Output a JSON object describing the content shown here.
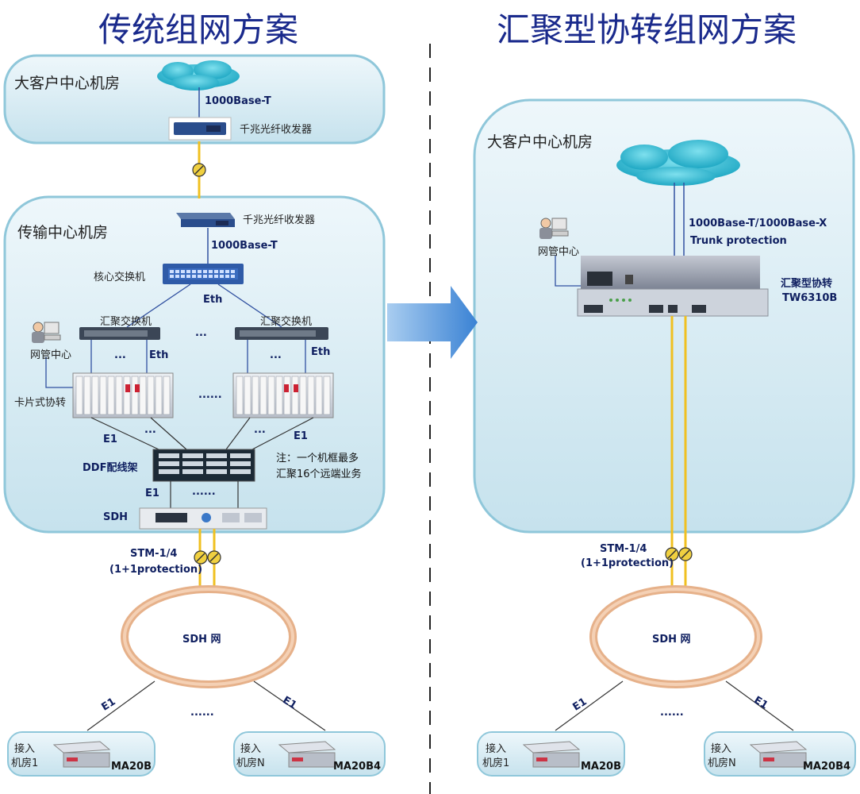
{
  "left": {
    "title": "传统组网方案",
    "top_room": "大客户中心机房",
    "top_link": "1000Base-T",
    "top_device": "千兆光纤收发器",
    "center_room": "传输中心机房",
    "center_device": "千兆光纤收发器",
    "center_link": "1000Base-T",
    "core_switch": "核心交换机",
    "eth_label": "Eth",
    "agg_switch_1": "汇聚交换机",
    "agg_switch_2": "汇聚交换机",
    "nms": "网管中心",
    "card_converter": "卡片式协转",
    "e1_label": "E1",
    "ddf": "DDF配线架",
    "note_line1": "注：一个机框最多",
    "note_line2": "汇聚16个远端业务",
    "sdh": "SDH",
    "stm": "STM-1/4",
    "protection": "(1+1protection)",
    "sdh_net": "SDH 网",
    "dots_short": "...",
    "dots_long": "......",
    "access_1": "接入",
    "access_1b": "机房1",
    "access_n": "接入",
    "access_nb": "机房N",
    "model_1": "MA20B",
    "model_n": "MA20B4"
  },
  "right": {
    "title": "汇聚型协转组网方案",
    "room": "大客户中心机房",
    "link_line1": "1000Base-T/1000Base-X",
    "link_line2": "Trunk protection",
    "nms": "网管中心",
    "device_name": "汇聚型协转",
    "device_model": "TW6310B",
    "stm": "STM-1/4",
    "protection": "(1+1protection)",
    "sdh_net": "SDH 网",
    "e1_label": "E1",
    "dots_long": "......",
    "access_1": "接入",
    "access_1b": "机房1",
    "access_n": "接入",
    "access_nb": "机房N",
    "model_1": "MA20B",
    "model_n": "MA20B4"
  },
  "colors": {
    "title": "#1a2a8c",
    "panel_fill": "#d6ecf3",
    "panel_stroke": "#8fc7da",
    "cloud": "#3cc1d8",
    "fiber": "#f0c020",
    "ring": "#e8a070",
    "arrow": "#3d86d6"
  }
}
